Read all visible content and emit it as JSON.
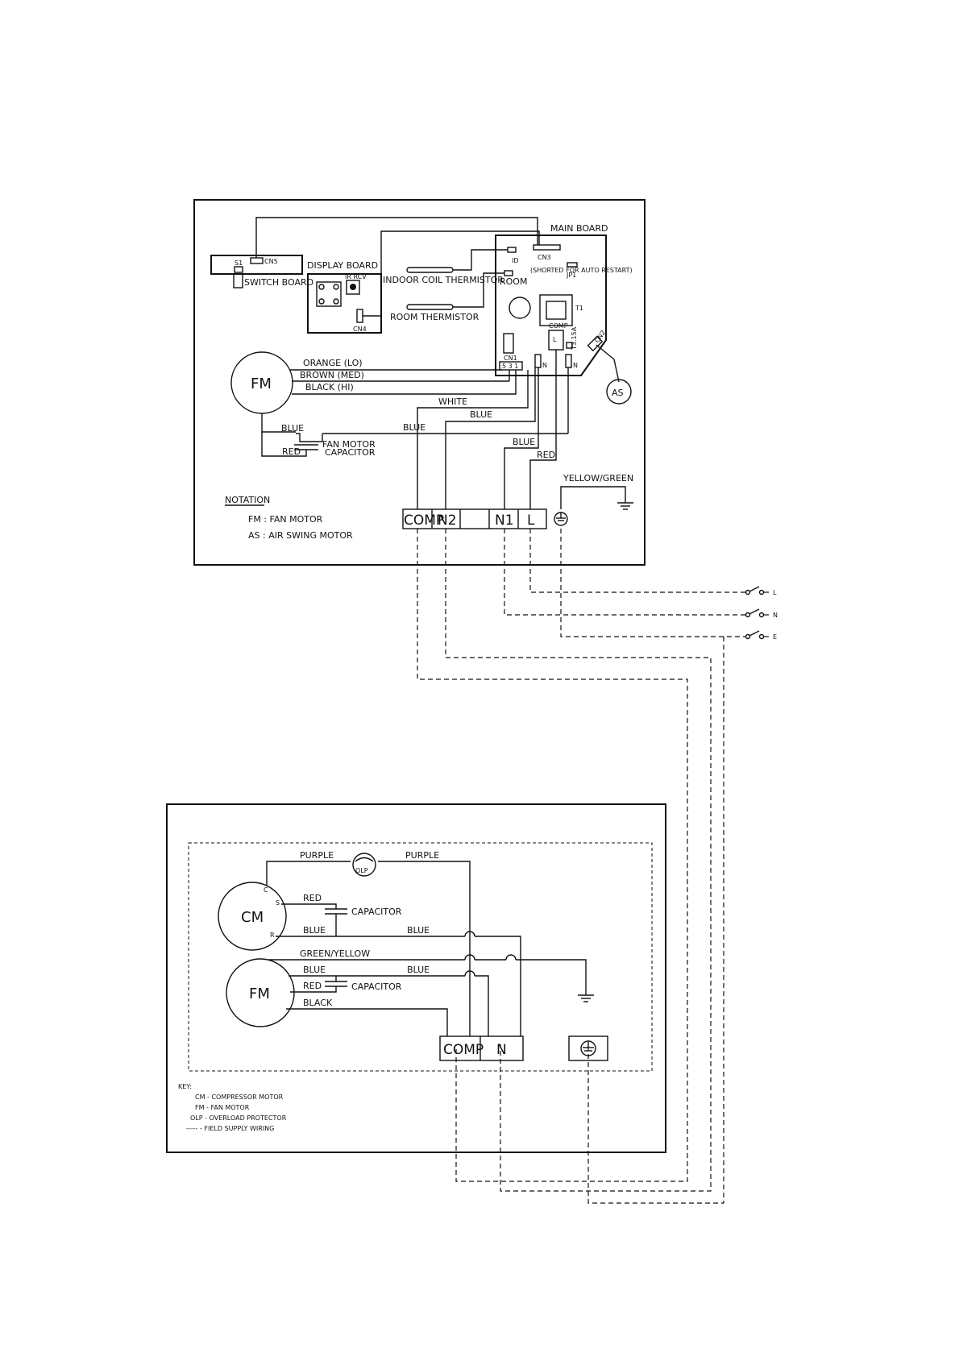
{
  "indoor": {
    "main_board": "MAIN BOARD",
    "cn3": "CN3",
    "cn5": "CN5",
    "s1": "S1",
    "switch_board": "SWITCH BOARD",
    "display_board": "DISPLAY BOARD",
    "ir_rcv": "IR RCV",
    "cn4": "CN4",
    "indoor_coil_thermistor": "INDOOR COIL THERMISTOR",
    "room_thermistor": "ROOM THERMISTOR",
    "id": "ID",
    "room": "ROOM",
    "shorted_note": "(SHORTED FOR AUTO RESTART)",
    "jp1": "JP1",
    "t1": "T1",
    "cn1": "CN1",
    "cn1_pins": "5 3 1",
    "comp_relay": "COMP",
    "relay_l": "L",
    "fuse": "T3.15A",
    "cn2": "CN2",
    "pin_n1": "N",
    "pin_n2": "N",
    "as": "AS",
    "fm": "FM",
    "orange": "ORANGE (LO)",
    "brown": "BROWN (MED)",
    "black": "BLACK (HI)",
    "white": "WHITE",
    "blue1": "BLUE",
    "blue2": "BLUE",
    "blue3": "BLUE",
    "blue4": "BLUE",
    "red1": "RED",
    "red2": "RED",
    "fan_motor": "FAN MOTOR",
    "capacitor": "CAPACITOR",
    "yellow_green": "YELLOW/GREEN",
    "notation_title": "NOTATION",
    "notation_fm": "FM : FAN MOTOR",
    "notation_as": "AS : AIR SWING MOTOR",
    "terminals": [
      "COMP",
      "N2",
      "",
      "N1",
      "L"
    ]
  },
  "supply": {
    "l": "L",
    "n": "N",
    "e": "E"
  },
  "outdoor": {
    "purple1": "PURPLE",
    "purple2": "PURPLE",
    "olp": "OLP",
    "c": "C",
    "s": "S",
    "r": "R",
    "cm": "CM",
    "red1": "RED",
    "capacitor1": "CAPACITOR",
    "blue1": "BLUE",
    "blue2": "BLUE",
    "green_yellow": "GREEN/YELLOW",
    "blue3": "BLUE",
    "blue4": "BLUE",
    "fm": "FM",
    "red2": "RED",
    "capacitor2": "CAPACITOR",
    "black": "BLACK",
    "terminals": [
      "COMP",
      "N"
    ],
    "key_title": "KEY:",
    "key_cm": "CM  - COMPRESSOR MOTOR",
    "key_fm": "FM  - FAN MOTOR",
    "key_olp": "OLP - OVERLOAD PROTECTOR",
    "key_field": "----- - FIELD SUPPLY WIRING"
  }
}
